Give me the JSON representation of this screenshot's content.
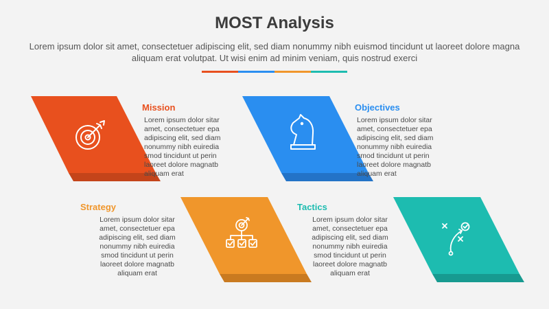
{
  "title": "MOST Analysis",
  "subtitle": "Lorem ipsum dolor sit amet, consectetuer adipiscing elit, sed diam nonummy nibh euismod tincidunt ut laoreet dolore magna aliquam erat volutpat. Ut wisi enim ad minim veniam, quis nostrud exerci",
  "colors": {
    "red": "#e8501e",
    "blue": "#2a8ef0",
    "orange": "#f0962b",
    "teal": "#1dbcb0",
    "divider": [
      "#e8501e",
      "#2a8ef0",
      "#f0962b",
      "#1dbcb0"
    ]
  },
  "items": [
    {
      "heading": "Mission",
      "icon": "target-icon",
      "color": "#e8501e",
      "lines": [
        "Lorem ipsum dolor sitar",
        "amet, consectetuer epa",
        "adipiscing elit, sed diam",
        "nonummy nibh euiredia",
        "smod tincidunt ut perin",
        "laoreet dolore magnatb",
        "aliquam erat"
      ]
    },
    {
      "heading": "Objectives",
      "icon": "chess-knight-icon",
      "color": "#2a8ef0",
      "lines": [
        "Lorem ipsum dolor sitar",
        "amet, consectetuer epa",
        "adipiscing elit, sed diam",
        "nonummy nibh euiredia",
        "smod tincidunt ut perin",
        "laoreet dolore magnatb",
        "aliquam erat"
      ]
    },
    {
      "heading": "Strategy",
      "icon": "target-hierarchy-icon",
      "color": "#f0962b",
      "lines": [
        "Lorem ipsum dolor sitar",
        "amet, consectetuer epa",
        "adipiscing elit, sed diam",
        "nonummy nibh euiredia",
        "smod tincidunt ut perin",
        "laoreet dolore magnatb",
        "aliquam erat"
      ]
    },
    {
      "heading": "Tactics",
      "icon": "game-plan-icon",
      "color": "#1dbcb0",
      "lines": [
        "Lorem ipsum dolor sitar",
        "amet, consectetuer epa",
        "adipiscing elit, sed diam",
        "nonummy nibh euiredia",
        "smod tincidunt ut perin",
        "laoreet dolore magnatb",
        "aliquam erat"
      ]
    }
  ]
}
